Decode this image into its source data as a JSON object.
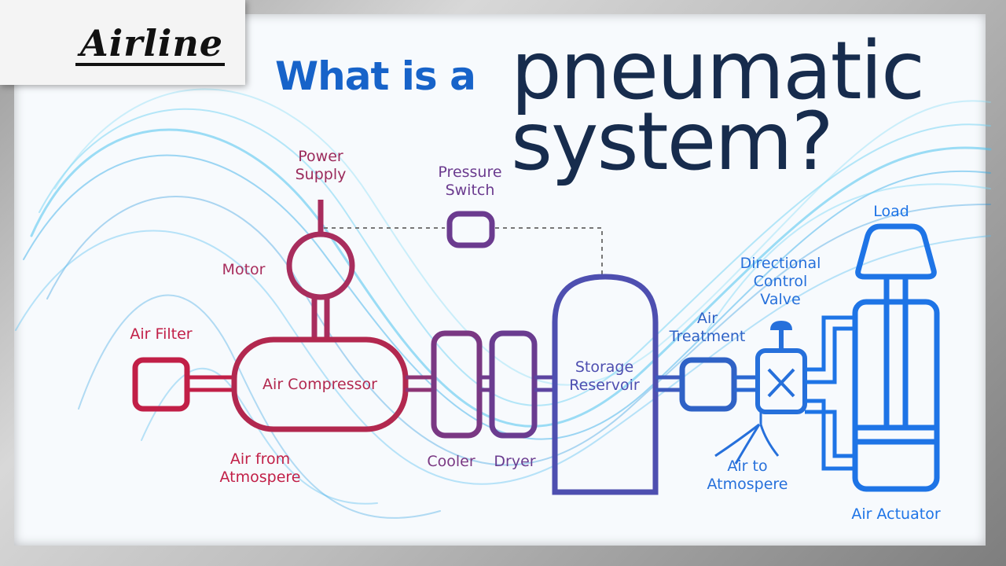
{
  "logo": {
    "brand": "Airline",
    "icon": "hourglass-arrow-icon"
  },
  "title": {
    "line1": "What is a",
    "line2": "pneumatic",
    "line3": "system?"
  },
  "labels": {
    "power_supply": "Power\nSupply",
    "pressure_switch": "Pressure\nSwitch",
    "motor": "Motor",
    "air_filter": "Air Filter",
    "air_compressor": "Air Compressor",
    "air_from_atmosphere": "Air from\nAtmospere",
    "cooler": "Cooler",
    "dryer": "Dryer",
    "storage_reservoir": "Storage\nReservoir",
    "air_treatment": "Air\nTreatment",
    "directional_control_valve": "Directional\nControl\nValve",
    "air_to_atmosphere": "Air to\nAtmospere",
    "load": "Load",
    "air_actuator": "Air Actuator"
  },
  "colors": {
    "title_accent": "#1763c9",
    "title_dark": "#172c4d",
    "logo_red": "#d81e25",
    "stage_1": "#c11f47",
    "stage_2": "#a82d5d",
    "stage_3": "#6b3b8f",
    "stage_4": "#4e4fb0",
    "stage_5": "#2f62c6",
    "stage_6": "#1e74e6"
  }
}
